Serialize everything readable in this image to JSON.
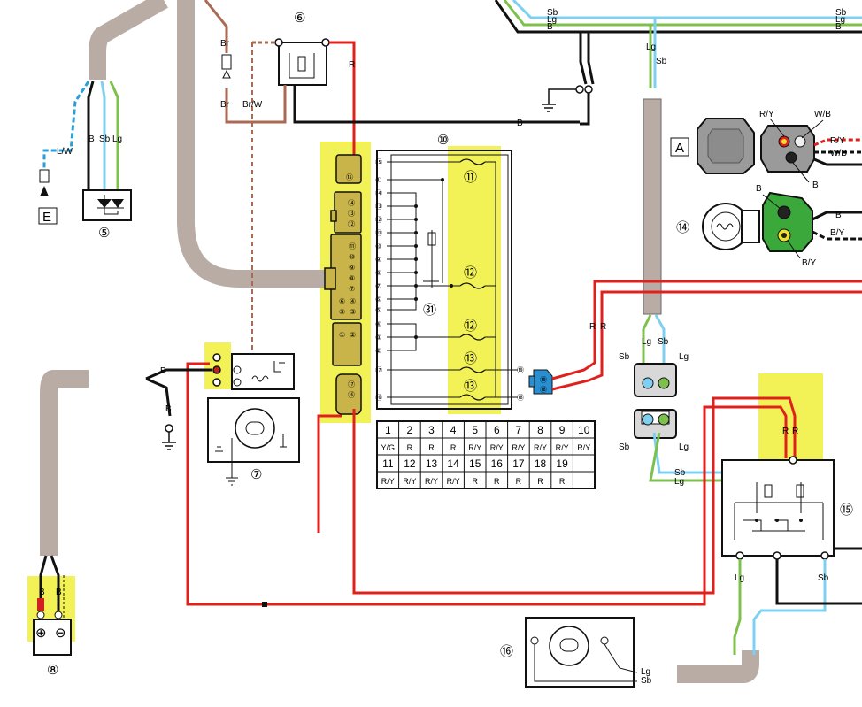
{
  "diagram": {
    "callouts": {
      "n5": "⑤",
      "n6": "⑥",
      "n7": "⑦",
      "n8": "⑧",
      "n10": "⑩",
      "n14": "⑭",
      "n15": "⑮",
      "n16": "⑯",
      "n31": "㉛"
    },
    "boxes": {
      "A": "A",
      "E": "E"
    },
    "fuse_labels": [
      "⑪",
      "⑫",
      "⑫",
      "⑬",
      "⑬"
    ],
    "fusebox_pins": [
      "⑮",
      "①",
      "⑭",
      "⑬",
      "⑫",
      "⑪",
      "⑩",
      "⑨",
      "⑧",
      "⑦",
      "⑥",
      "⑤",
      "④",
      "③",
      "②",
      "⑰",
      "⑯"
    ],
    "connector_pins": {
      "c15": "⑮",
      "c14": [
        "⑭",
        "⑬",
        "⑫"
      ],
      "c11": [
        "⑪",
        "⑩",
        "⑨",
        "⑧",
        "⑦"
      ],
      "c6": [
        "⑥",
        "④",
        "⑤",
        "③"
      ],
      "c1": [
        "①",
        "②"
      ],
      "c17": [
        "⑰",
        "⑯"
      ],
      "blue": [
        "⑲",
        "⑱"
      ],
      "side19": "⑲",
      "side18": "⑱"
    },
    "wire_labels": {
      "top_sb1": "Sb",
      "top_lg1": "Lg",
      "top_b1": "B",
      "top_sb2": "Sb",
      "top_lg2": "Lg",
      "top_b2": "B",
      "lw": "L/W",
      "n5_b": "B",
      "n5_sb": "Sb",
      "n5_lg": "Lg",
      "br1": "Br",
      "br2": "Br",
      "brw": "Br/W",
      "r_relay": "R",
      "b_relay": "B",
      "lg_mid": "Lg",
      "sb_mid": "Sb",
      "lg_low": "Lg",
      "sb_low": "Sb",
      "r1": "R",
      "r2": "R",
      "conn_sb1": "Sb",
      "conn_lg1": "Lg",
      "conn_sb2": "Sb",
      "conn_lg2": "Lg",
      "b_starter": "B",
      "b_gnd": "B",
      "batt_b1": "B",
      "batt_b2": "B",
      "rr1": "R",
      "rr2": "R",
      "sb15": "Sb",
      "lg15": "Lg",
      "lg_bot": "Lg",
      "sb_bot": "Sb",
      "lg16": "Lg",
      "sb16": "Sb",
      "ry": "R/Y",
      "wb": "W/B",
      "ry2": "R/Y",
      "wb2": "W/B",
      "bA": "B",
      "b14": "B",
      "by14": "B/Y",
      "b14r": "B",
      "by14r": "B/Y"
    },
    "wire_table": {
      "row1_pins": [
        "1",
        "2",
        "3",
        "4",
        "5",
        "6",
        "7",
        "8",
        "9",
        "10"
      ],
      "row1_colors": [
        "Y/G",
        "R",
        "R",
        "R",
        "R/Y",
        "R/Y",
        "R/Y",
        "R/Y",
        "R/Y",
        "R/Y"
      ],
      "row2_pins": [
        "11",
        "12",
        "13",
        "14",
        "15",
        "16",
        "17",
        "18",
        "19"
      ],
      "row2_colors": [
        "R/Y",
        "R/Y",
        "R/Y",
        "R/Y",
        "R",
        "R",
        "R",
        "R",
        "R"
      ]
    },
    "battery": {
      "plus": "⊕",
      "minus": "⊖"
    }
  }
}
